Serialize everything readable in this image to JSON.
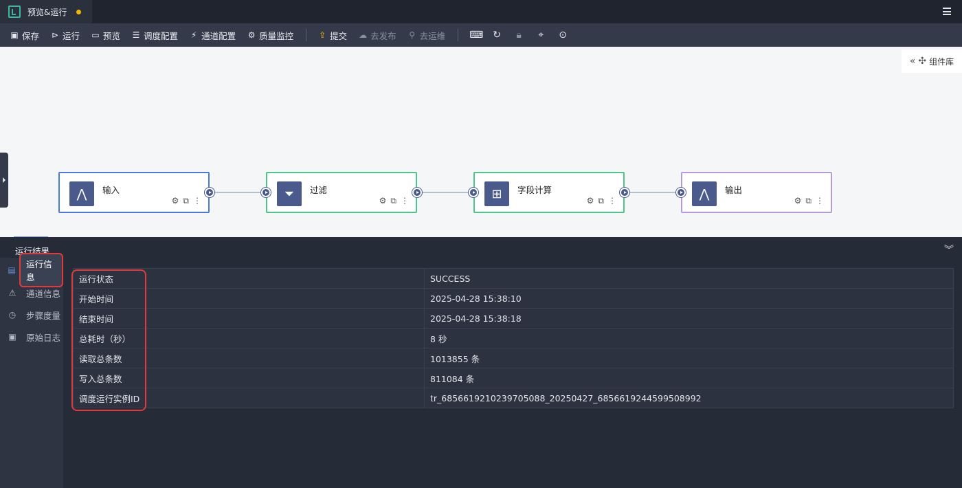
{
  "tab": {
    "title": "预览&运行"
  },
  "toolbar": {
    "save": "保存",
    "run": "运行",
    "preview": "预览",
    "schedule": "调度配置",
    "channel": "通道配置",
    "quality": "质量监控",
    "submit": "提交",
    "publish": "去发布",
    "ops": "去运维"
  },
  "canvas": {
    "component_library": "组件库",
    "nodes": [
      {
        "label": "输入",
        "color": "#4a7bd8"
      },
      {
        "label": "过滤",
        "color": "#4cc48a"
      },
      {
        "label": "字段计算",
        "color": "#4cc48a"
      },
      {
        "label": "输出",
        "color": "#b89ad8"
      }
    ]
  },
  "results": {
    "title": "运行结果",
    "nav": [
      {
        "label": "运行信息",
        "active": true
      },
      {
        "label": "通道信息"
      },
      {
        "label": "步骤度量"
      },
      {
        "label": "原始日志"
      }
    ],
    "rows": [
      {
        "key": "运行状态",
        "value": "SUCCESS"
      },
      {
        "key": "开始时间",
        "value": "2025-04-28 15:38:10"
      },
      {
        "key": "结束时间",
        "value": "2025-04-28 15:38:18"
      },
      {
        "key": "总耗时（秒）",
        "value": "8 秒"
      },
      {
        "key": "读取总条数",
        "value": "1013855 条"
      },
      {
        "key": "写入总条数",
        "value": "811084 条"
      },
      {
        "key": "调度运行实例ID",
        "value": "tr_6856619210239705088_20250427_6856619244599508992"
      }
    ]
  },
  "colors": {
    "accent": "#6b8bd6",
    "highlight": "#e03a3a",
    "modified_dot": "#f5b400"
  }
}
